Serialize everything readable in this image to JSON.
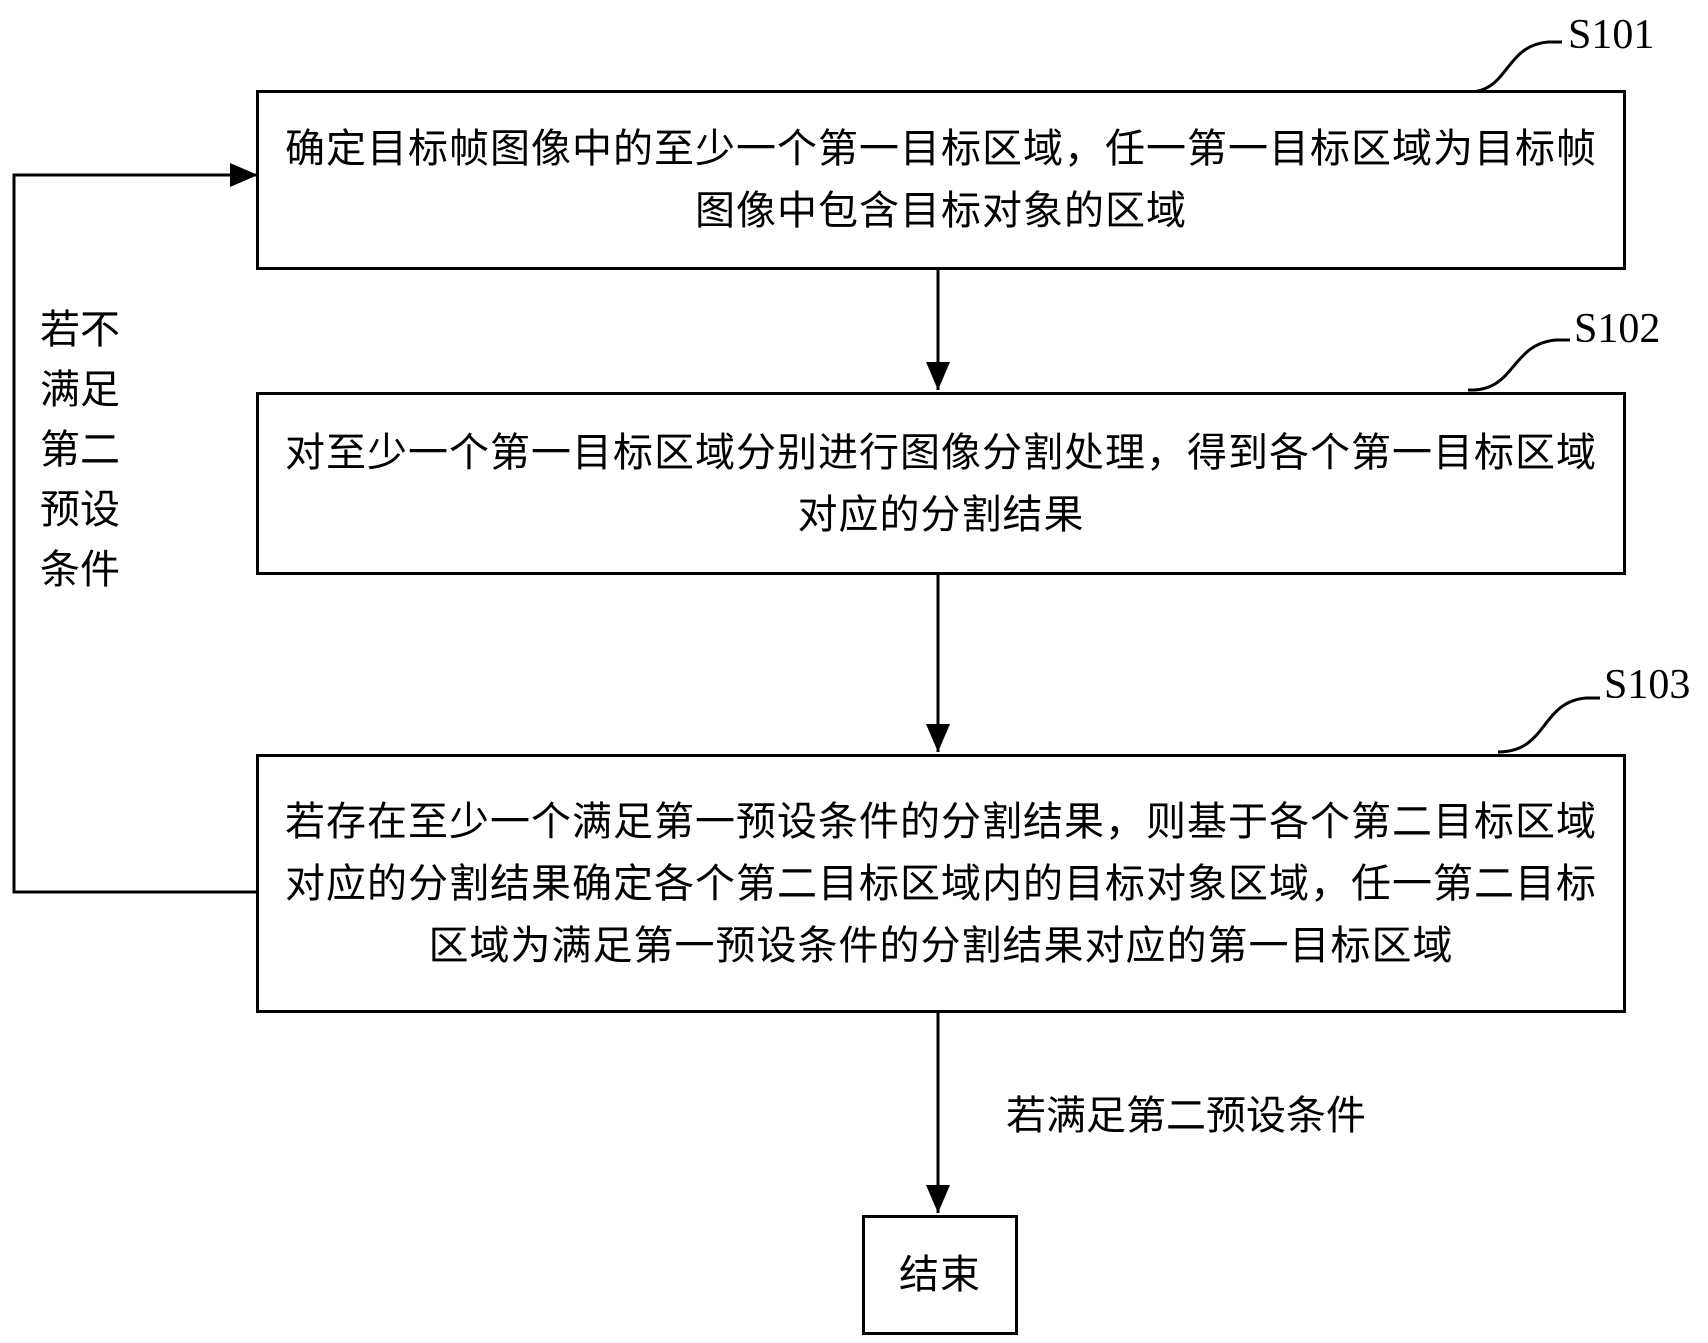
{
  "steps": [
    {
      "id": "S101",
      "label": "S101",
      "text": "确定目标帧图像中的至少一个第一目标区域，任一第一目标区域为目标帧图像中包含目标对象的区域"
    },
    {
      "id": "S102",
      "label": "S102",
      "text": "对至少一个第一目标区域分别进行图像分割处理，得到各个第一目标区域对应的分割结果"
    },
    {
      "id": "S103",
      "label": "S103",
      "text": "若存在至少一个满足第一预设条件的分割结果，则基于各个第二目标区域对应的分割结果确定各个第二目标区域内的目标对象区域，任一第二目标区域为满足第一预设条件的分割结果对应的第一目标区域"
    }
  ],
  "end": {
    "text": "结束"
  },
  "loop_condition": "若不满足第二预设条件",
  "exit_condition": "若满足第二预设条件",
  "colors": {
    "stroke": "#000000",
    "background": "#ffffff"
  }
}
